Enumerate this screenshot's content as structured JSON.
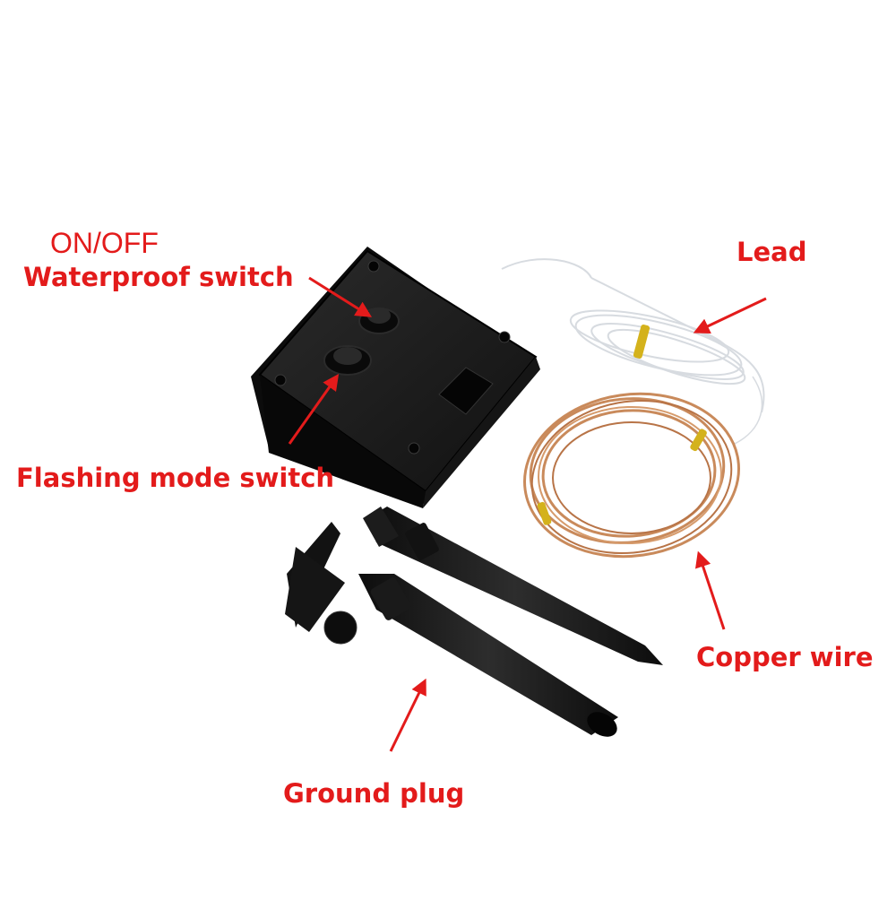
{
  "labels": {
    "onoff": "ON/OFF",
    "waterproof": "Waterproof switch",
    "flashing": "Flashing mode switch",
    "lead": "Lead",
    "copper": "Copper wire",
    "ground": "Ground plug"
  },
  "colors": {
    "label": "#e31b1b",
    "housing": "#1a1a1a",
    "copper": "#c98a5b",
    "lead_wire": "#d7dbe0",
    "tie": "#d4b21c"
  }
}
